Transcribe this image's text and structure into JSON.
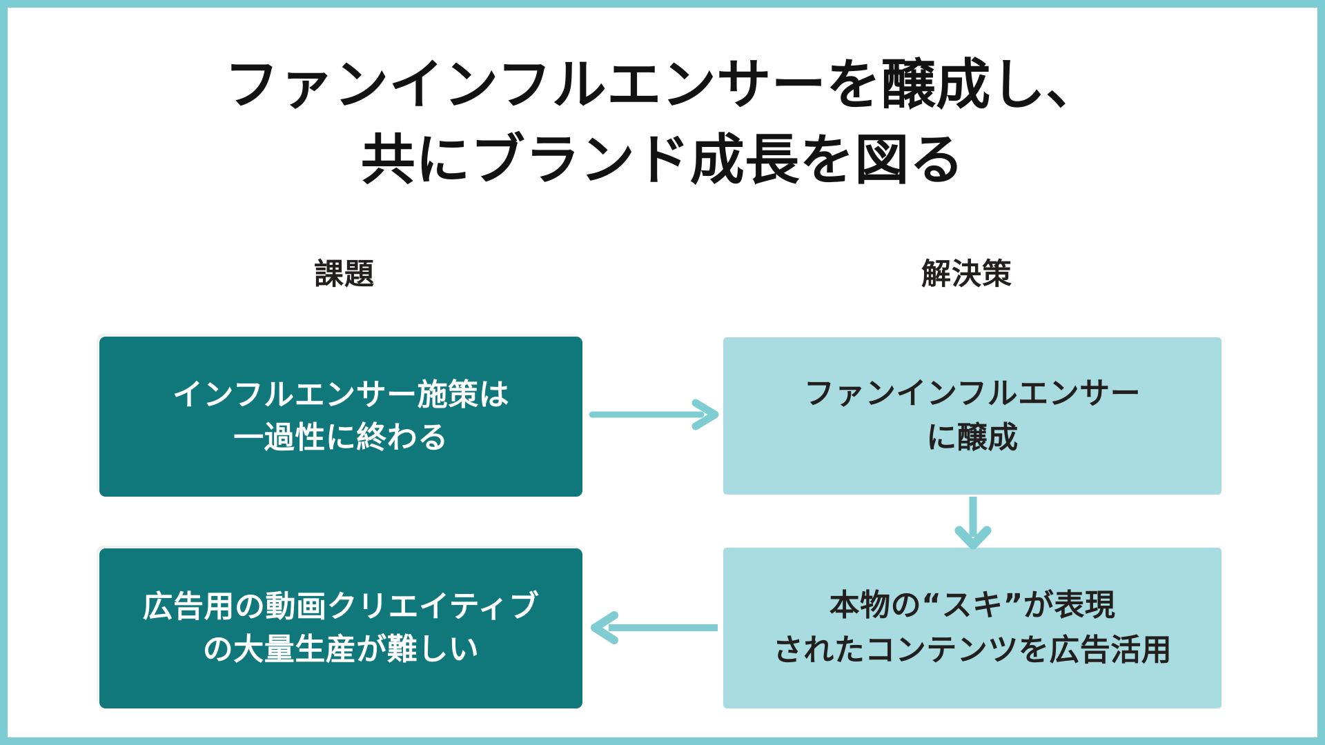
{
  "slide": {
    "frame_color": "#7bcdd3",
    "background": "#ffffff",
    "title": {
      "line1": "ファンインフルエンサーを醸成し、",
      "line2": "共にブランド成長を図る",
      "color": "#121212"
    },
    "columns": {
      "left_header": "課題",
      "right_header": "解決策",
      "header_color": "#231f1f"
    },
    "colors": {
      "problem_box": "#10777b",
      "problem_text": "#ffffff",
      "solution_box": "#a9dce0",
      "solution_text": "#231f1f",
      "arrow": "#7fcdd2",
      "arrow_dark": "#6cc6cc"
    },
    "problems": [
      {
        "id": "problem-1",
        "line1": "インフルエンサー施策は",
        "line2": "一過性に終わる"
      },
      {
        "id": "problem-2",
        "line1": "広告用の動画クリエイティブ",
        "line2": "の大量生産が難しい"
      }
    ],
    "solutions": [
      {
        "id": "solution-1",
        "line1": "ファンインフルエンサー",
        "line2": "に醸成"
      },
      {
        "id": "solution-2",
        "line1": "本物の“スキ”が表現",
        "line2": "されたコンテンツを広告活用"
      }
    ],
    "arrows": [
      {
        "id": "arrow-right-1",
        "icon": "arrow-right-icon",
        "direction": "right",
        "from": "problem-1",
        "to": "solution-1"
      },
      {
        "id": "arrow-down-1",
        "icon": "arrow-down-icon",
        "direction": "down",
        "from": "solution-1",
        "to": "solution-2"
      },
      {
        "id": "arrow-left-1",
        "icon": "arrow-left-icon",
        "direction": "left",
        "from": "solution-2",
        "to": "problem-2"
      }
    ]
  }
}
